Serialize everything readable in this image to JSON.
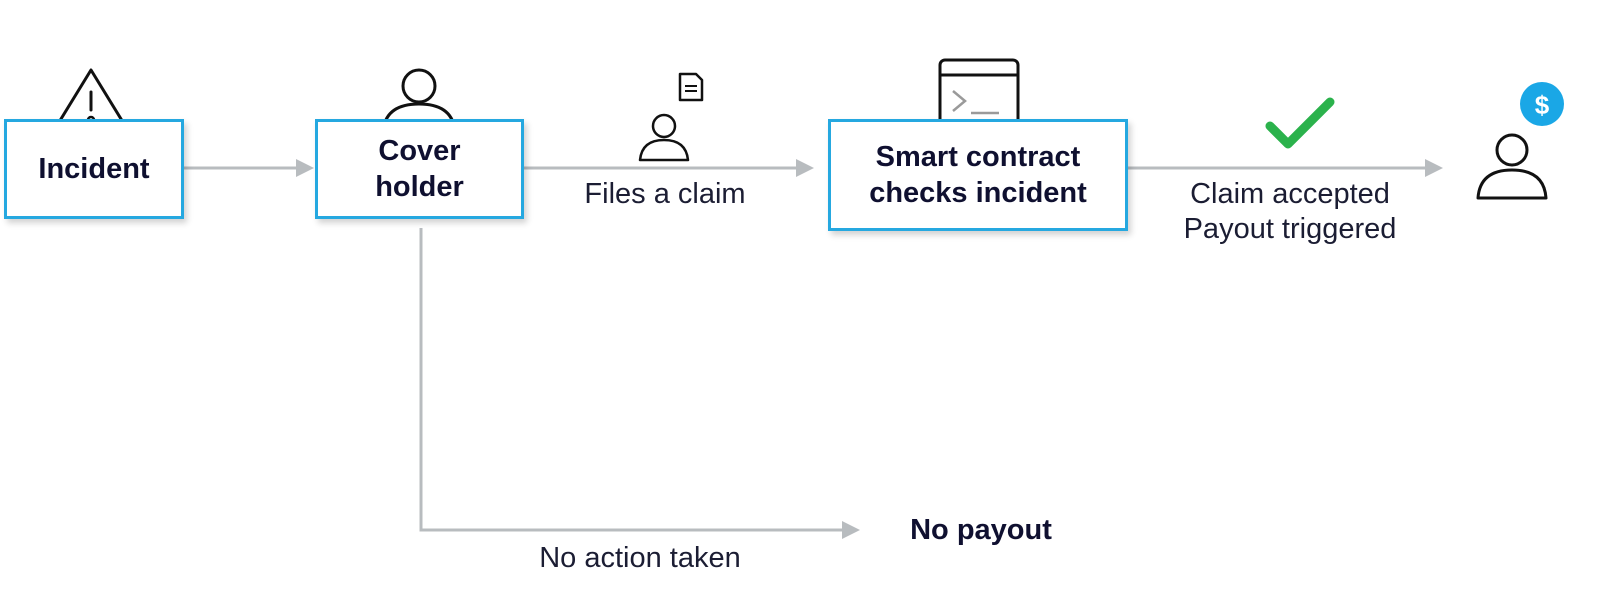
{
  "nodes": {
    "incident": "Incident",
    "cover_holder": "Cover\nholder",
    "smart_contract": "Smart contract\nchecks incident"
  },
  "edges": {
    "files_claim": "Files a claim",
    "claim_accepted": "Claim accepted",
    "payout_triggered": "Payout triggered",
    "no_action": "No action taken"
  },
  "outcomes": {
    "no_payout": "No payout"
  },
  "icons": {
    "incident": "warning-icon",
    "cover_holder": "user-icon",
    "claimant": "user-with-document-icon",
    "smart_contract": "terminal-icon",
    "accepted": "checkmark-icon",
    "payee": "user-with-dollar-icon",
    "dollar_glyph": "$"
  },
  "colors": {
    "node_border": "#25a8e0",
    "arrow": "#b8bcbf",
    "check": "#2bb24c",
    "dollar_badge": "#1aa7e6",
    "text": "#0f1030"
  }
}
